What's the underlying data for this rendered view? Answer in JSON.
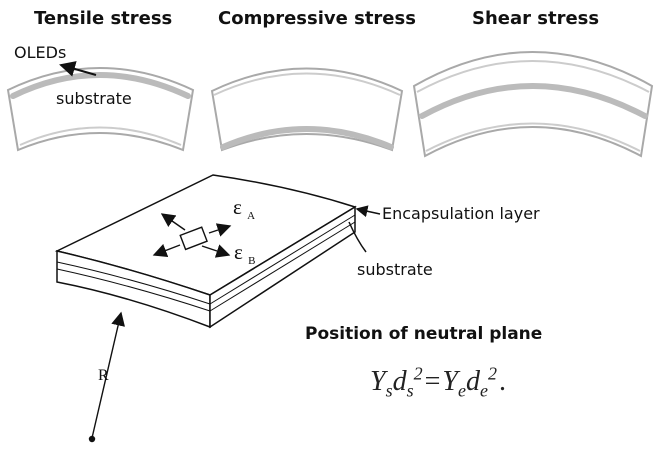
{
  "top": {
    "headings": {
      "tensile": "Tensile stress",
      "compressive": "Compressive stress",
      "shear": "Shear stress"
    },
    "labels": {
      "oleds": "OLEDs",
      "substrate": "substrate"
    }
  },
  "bottom": {
    "labels": {
      "encapsulation": "Encapsulation layer",
      "substrate": "substrate",
      "radius": "R"
    },
    "strain": {
      "epsilon": "ε",
      "subscript_a": "A",
      "subscript_b": "B"
    },
    "neutral_plane": {
      "title": "Position of neutral plane",
      "formula": {
        "left_symbol": "Y",
        "left_subscript": "s",
        "left_var": "d",
        "left_var_subscript": "s",
        "left_exponent": "2",
        "equals": "=",
        "right_symbol": "Y",
        "right_subscript": "e",
        "right_var": "d",
        "right_var_subscript": "e",
        "right_exponent": "2",
        "terminator": "."
      }
    }
  },
  "colors": {
    "outline": "#9a9a9a",
    "layer_gray": "#bdbdbd",
    "text": "#111111",
    "slab_edge": "#222222"
  }
}
